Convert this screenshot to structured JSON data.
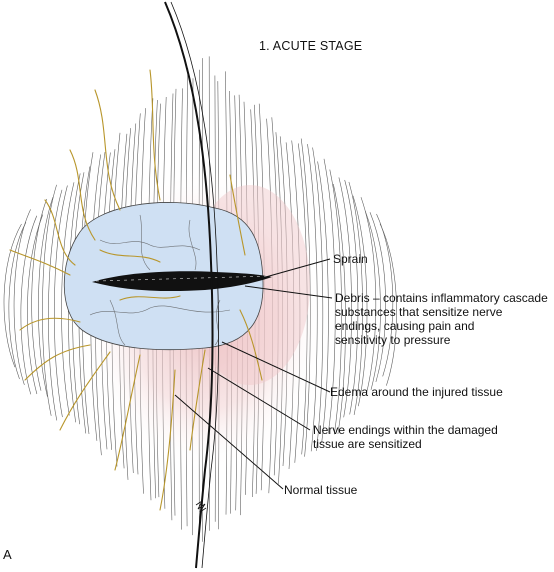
{
  "title": "1. ACUTE STAGE",
  "panel_letter": "A",
  "labels": {
    "sprain": "Sprain",
    "debris_1": "Debris – contains inflammatory cascade",
    "debris_2": "substances that sensitize nerve",
    "debris_3": "endings, causing pain and",
    "debris_4": "sensitivity to pressure",
    "edema": "Edema around the injured tissue",
    "nerve_1": "Nerve endings within the damaged",
    "nerve_2": "tissue are sensitized",
    "normal": "Normal tissue"
  },
  "colors": {
    "tissue_blue": "#cfe0f3",
    "edema_pink": "#f1d3d4",
    "nerve_gold": "#b8962b",
    "ink": "#111111"
  }
}
